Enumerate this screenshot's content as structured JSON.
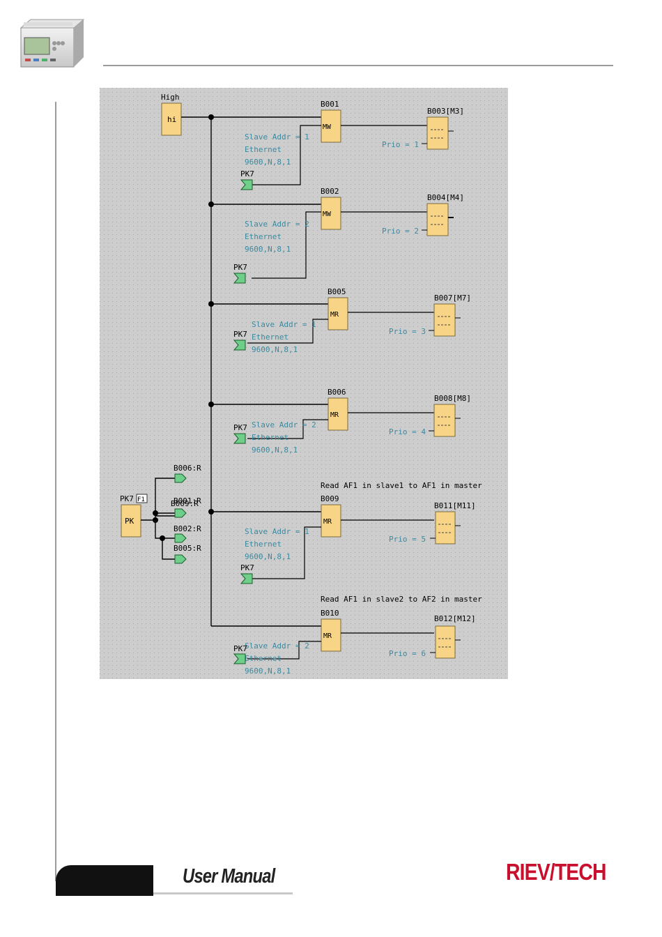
{
  "footer": {
    "title": "User Manual"
  },
  "brand": {
    "name": "RIEV/TECH"
  },
  "diagram": {
    "high_block": {
      "label": "High",
      "text": "hi"
    },
    "rows": [
      {
        "block": "B001",
        "fn": "MW",
        "target": "B003[M3]",
        "lines": [
          "Slave Addr = 1",
          "Ethernet",
          "9600,N,8,1"
        ],
        "prio": "Prio = 1",
        "input": "PK7"
      },
      {
        "block": "B002",
        "fn": "MW",
        "target": "B004[M4]",
        "lines": [
          "Slave Addr = 2",
          "Ethernet",
          "9600,N,8,1"
        ],
        "prio": "Prio = 2",
        "input": "PK7"
      },
      {
        "block": "B005",
        "fn": "MR",
        "target": "B007[M7]",
        "lines": [
          "Slave Addr = 1",
          "Ethernet",
          "9600,N,8,1"
        ],
        "prio": "Prio = 3",
        "input": "PK7"
      },
      {
        "block": "B006",
        "fn": "MR",
        "target": "B008[M8]",
        "lines": [
          "Slave Addr = 2",
          "Ethernet",
          "9600,N,8,1"
        ],
        "prio": "Prio = 4",
        "input": "PK7"
      },
      {
        "block": "B009",
        "fn": "MR",
        "target": "B011[M11]",
        "lines": [
          "Slave Addr = 1",
          "Ethernet",
          "9600,N,8,1"
        ],
        "prio": "Prio = 5",
        "input": "PK7",
        "note": "Read AF1 in slave1 to AF1 in master"
      },
      {
        "block": "B010",
        "fn": "MR",
        "target": "B012[M12]",
        "lines": [
          "Slave Addr = 2",
          "Ethernet",
          "9600,N,8,1"
        ],
        "prio": "Prio = 6",
        "input": "PK7",
        "note": "Read AF1 in slave2 to AF2 in master"
      }
    ],
    "pk_block": {
      "label": "PK7",
      "tag": "F1",
      "text": "PK"
    },
    "reset_refs": [
      "B006:R",
      "B009:R",
      "B001:R",
      "B002:R",
      "B005:R"
    ]
  },
  "colors": {
    "canvas": "#cdcdcd",
    "grid_dot": "#a6a6a6",
    "block_fill": "#f7d486",
    "block_stroke": "#7a6a3a",
    "wire": "#000000",
    "param_text": "#3a8aa0",
    "connector": "#6fcf8a",
    "brand_red": "#c8102e"
  }
}
